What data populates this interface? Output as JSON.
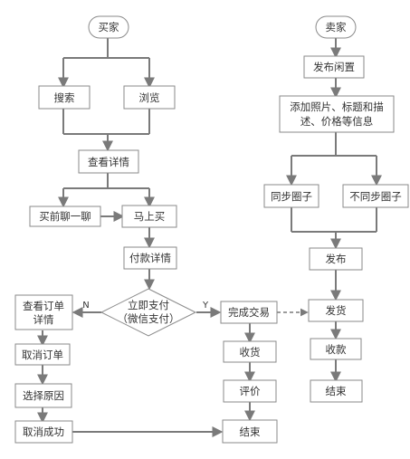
{
  "buyer": {
    "start": "买家",
    "search": "搜索",
    "browse": "浏览",
    "view_details": "查看详情",
    "chat_before_buy": "买前聊一聊",
    "buy_now": "马上买",
    "payment_details": "付款详情",
    "pay_now_line1": "立即支付",
    "pay_now_line2": "（微信支付）",
    "branch_no": "N",
    "branch_yes": "Y",
    "view_order_line1": "查看订单",
    "view_order_line2": "详情",
    "cancel_order": "取消订单",
    "choose_reason": "选择原因",
    "cancel_success": "取消成功",
    "deal_done": "完成交易",
    "receive_goods": "收货",
    "review": "评价",
    "end": "结束"
  },
  "seller": {
    "start": "卖家",
    "publish_idle": "发布闲置",
    "add_info_line1": "添加照片、标题和描",
    "add_info_line2": "述、价格等信息",
    "sync_circle": "同步圈子",
    "no_sync_circle": "不同步圈子",
    "publish": "发布",
    "ship": "发货",
    "collect_payment": "收款",
    "end": "结束"
  },
  "colors": {
    "stroke": "#8a8a8a",
    "connector": "#7a7a7a",
    "text": "#333333"
  }
}
